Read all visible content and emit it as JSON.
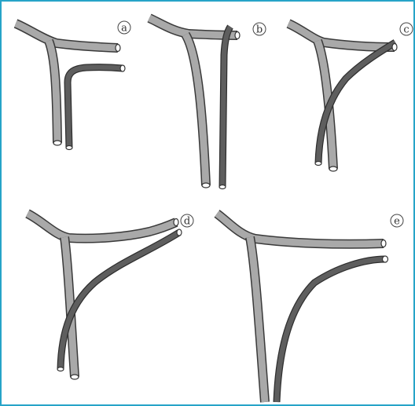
{
  "figure": {
    "panels": [
      {
        "id": "a",
        "label": "a"
      },
      {
        "id": "b",
        "label": "b"
      },
      {
        "id": "c",
        "label": "c"
      },
      {
        "id": "d",
        "label": "d"
      },
      {
        "id": "e",
        "label": "e"
      }
    ],
    "colors": {
      "frame": "#27a4c8",
      "light_tube": "#a9a9a9",
      "dark_tube": "#5e5e5e",
      "outline": "#3a3a3a"
    }
  }
}
